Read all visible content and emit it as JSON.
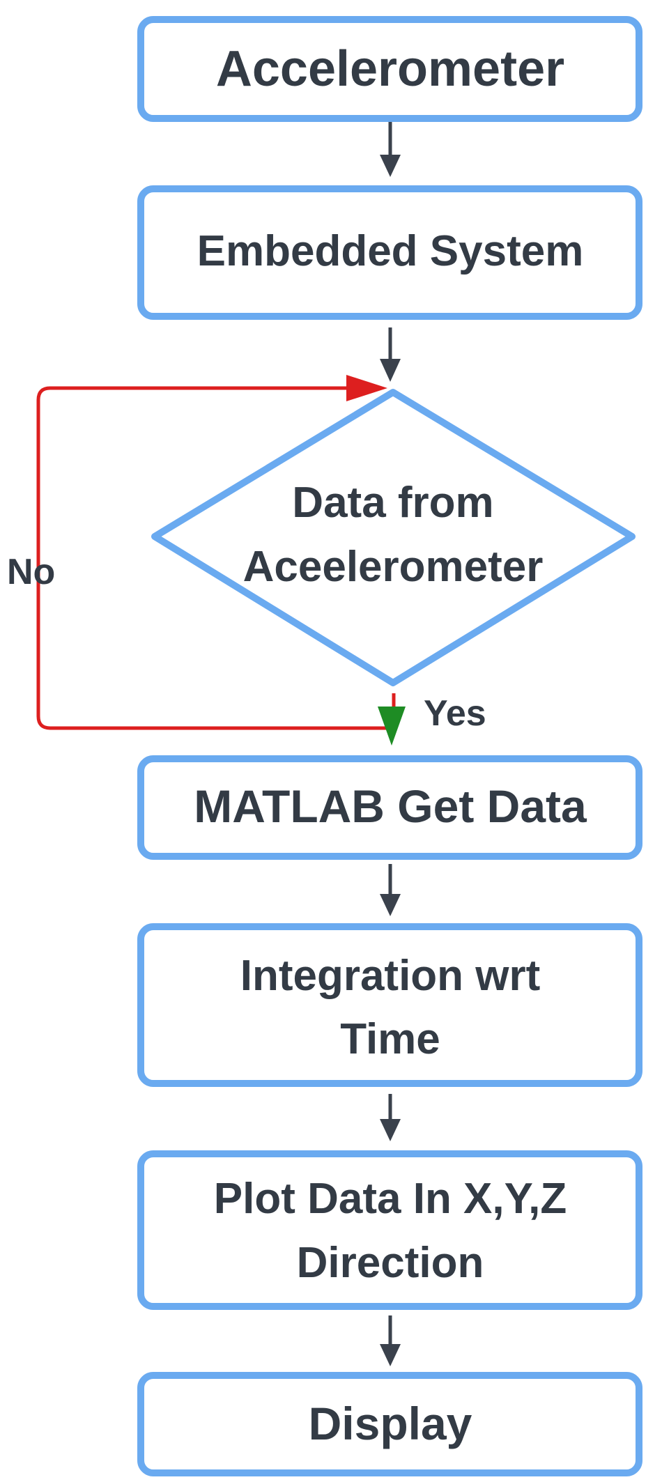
{
  "diagram": {
    "nodes": {
      "accelerometer": {
        "label": "Accelerometer"
      },
      "embedded": {
        "label": "Embedded System"
      },
      "decision": {
        "lines": [
          "Data from",
          "Aceelerometer"
        ]
      },
      "matlab": {
        "label": "MATLAB Get Data"
      },
      "integration": {
        "lines": [
          "Integration wrt",
          "Time"
        ]
      },
      "plot": {
        "lines": [
          "Plot Data In X,Y,Z",
          "Direction"
        ]
      },
      "display": {
        "label": "Display"
      }
    },
    "edges": {
      "no_label": "No",
      "yes_label": "Yes"
    }
  },
  "colors": {
    "node_border": "#6aaaf0",
    "node_text": "#333b45",
    "arrow": "#3a414c",
    "no_path": "#dd1f1f",
    "yes_arrow": "#1e8c24"
  }
}
